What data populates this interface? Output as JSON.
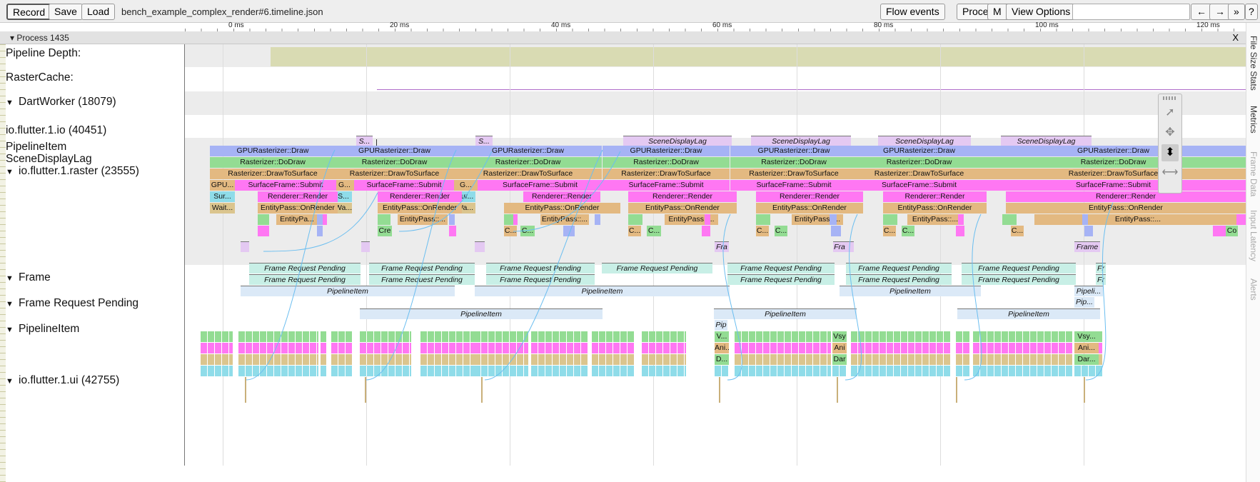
{
  "toolbar": {
    "record": "Record",
    "save": "Save",
    "load": "Load",
    "filename": "bench_example_complex_render#6.timeline.json",
    "flow_events": "Flow events",
    "processes": "Processes",
    "metadata": "M",
    "view_options": "View Options",
    "search_placeholder": "",
    "prev": "←",
    "next": "→",
    "all": "»",
    "help": "?"
  },
  "ruler": {
    "ticks": [
      "0 ms",
      "20 ms",
      "40 ms",
      "60 ms",
      "80 ms",
      "100 ms",
      "120 ms"
    ]
  },
  "process": {
    "label": "Process 1435",
    "close": "X"
  },
  "tracks": [
    {
      "label": "Pipeline Depth:",
      "caret": ""
    },
    {
      "label": "RasterCache:",
      "caret": ""
    },
    {
      "label": "DartWorker (18079)",
      "caret": "▼"
    },
    {
      "label": "io.flutter.1.io (40451)",
      "caret": ""
    },
    {
      "label": "PipelineItem",
      "caret": ""
    },
    {
      "label": "SceneDisplayLag",
      "caret": ""
    },
    {
      "label": "io.flutter.1.raster (23555)",
      "caret": "▼"
    },
    {
      "label": "Frame",
      "caret": "▼"
    },
    {
      "label": "Frame Request Pending",
      "caret": "▼"
    },
    {
      "label": "PipelineItem",
      "caret": "▼"
    },
    {
      "label": "io.flutter.1.ui (42755)",
      "caret": "▼"
    }
  ],
  "slices": {
    "scene_lag": [
      "S...",
      "S...",
      "SceneDisplayLag",
      "SceneDisplayLag",
      "SceneDisplayLag",
      "SceneDisplayLag"
    ],
    "gpu_draw": [
      "GPURasterizer::Draw",
      "GPURasterizer::Draw",
      "GPURasterizer::Draw",
      "GPURasterizer::Draw",
      "GPURasterizer::Draw",
      "GPURasterizer::Draw",
      "GPURasterizer::Draw"
    ],
    "do_draw": [
      "Rasterizer::DoDraw",
      "Rasterizer::DoDraw",
      "Rasterizer::DoDraw",
      "Rasterizer::DoDraw",
      "Rasterizer::DoDraw",
      "Rasterizer::DoDraw",
      "Rasterizer::DoDraw"
    ],
    "draw_surface": [
      "Rasterizer::DrawToSurface",
      "Rasterizer::DrawToSurface",
      "Rasterizer::DrawToSurface",
      "Rasterizer::DrawToSurface",
      "Rasterizer::DrawToSurface",
      "Rasterizer::DrawToSurface",
      "Rasterizer::DrawToSurface"
    ],
    "submit": [
      "SurfaceFrame::Submit",
      "SurfaceFrame::Submit",
      "SurfaceFrame::Submit",
      "SurfaceFrame::Submit",
      "SurfaceFrame::Submit",
      "SurfaceFrame::Submit",
      "SurfaceFrame::Submit"
    ],
    "submit_short": [
      "GPU...",
      "G...",
      "G..."
    ],
    "render": [
      "Renderer::Render",
      "Renderer::Render",
      "Renderer::Render",
      "Renderer::Render",
      "Renderer::Render",
      "Renderer::Render",
      "Renderer::Render"
    ],
    "render_short": [
      "Sur...",
      "S...",
      "Sur..."
    ],
    "onrender": [
      "EntityPass::OnRender",
      "EntityPass::OnRender",
      "EntityPass::OnRender",
      "EntityPass::OnRender",
      "EntityPass::OnRender",
      "EntityPass::OnRender",
      "EntityPass::OnRender"
    ],
    "wait_short": [
      "Wait...",
      "Wa...",
      "Wa..."
    ],
    "onrender2": [
      "EntityPa...",
      "EntityPass::...",
      "EntityPass::...",
      "EntityPass::...",
      "EntityPass::...",
      "EntityPass::...",
      "EntityPass::..."
    ],
    "small_c": [
      "Cre",
      "C...",
      "C...",
      "C...",
      "C...",
      "C...",
      "C...",
      "C...",
      "C...",
      "C...",
      "Co"
    ],
    "frame": [
      "Fra",
      "Fra",
      "Frame"
    ],
    "frp": [
      "Frame Request Pending",
      "Frame Request Pending",
      "Frame Request Pending",
      "Frame Request Pending",
      "Frame Request Pending",
      "Frame Request Pending",
      "Frame Request Pending",
      "Frame Request Pending",
      "Frame Request Pending",
      "Frame Request Pending",
      "Frame Request Pending",
      "Frame Request Pending",
      "Frame Request Pending",
      "Frame Request Pending",
      "Fr",
      "Fr"
    ],
    "pipeline": [
      "PipelineItem",
      "PipelineItem",
      "PipelineItem",
      "Pipeli...",
      "Pip...",
      "PipelineItem",
      "PipelineItem",
      "PipelineItem",
      "Pip"
    ],
    "ui": [
      "V...",
      "Vsy",
      "Vsy...",
      "Ani...",
      "Ani",
      "Ani...",
      "D...",
      "Dar",
      "Dar..."
    ]
  },
  "sidebar": {
    "tabs": [
      "File Size Stats",
      "Metrics",
      "Frame Data",
      "Input Latency",
      "Alerts"
    ]
  },
  "mouse_tools": [
    "select-icon",
    "pan-icon",
    "zoom-icon",
    "timing-icon"
  ],
  "colors": {
    "blue": "#a6b3f5",
    "green": "#93dc93",
    "orange": "#e3b981",
    "magenta": "#ff77f3",
    "cyan": "#8fdce9",
    "tan": "#dbc58e",
    "lilac": "#e4c9f2",
    "lightblue": "#dbe9f7",
    "teal": "#c8efe6",
    "olive": "#d9dbb3",
    "flow": "#6bbef0"
  }
}
